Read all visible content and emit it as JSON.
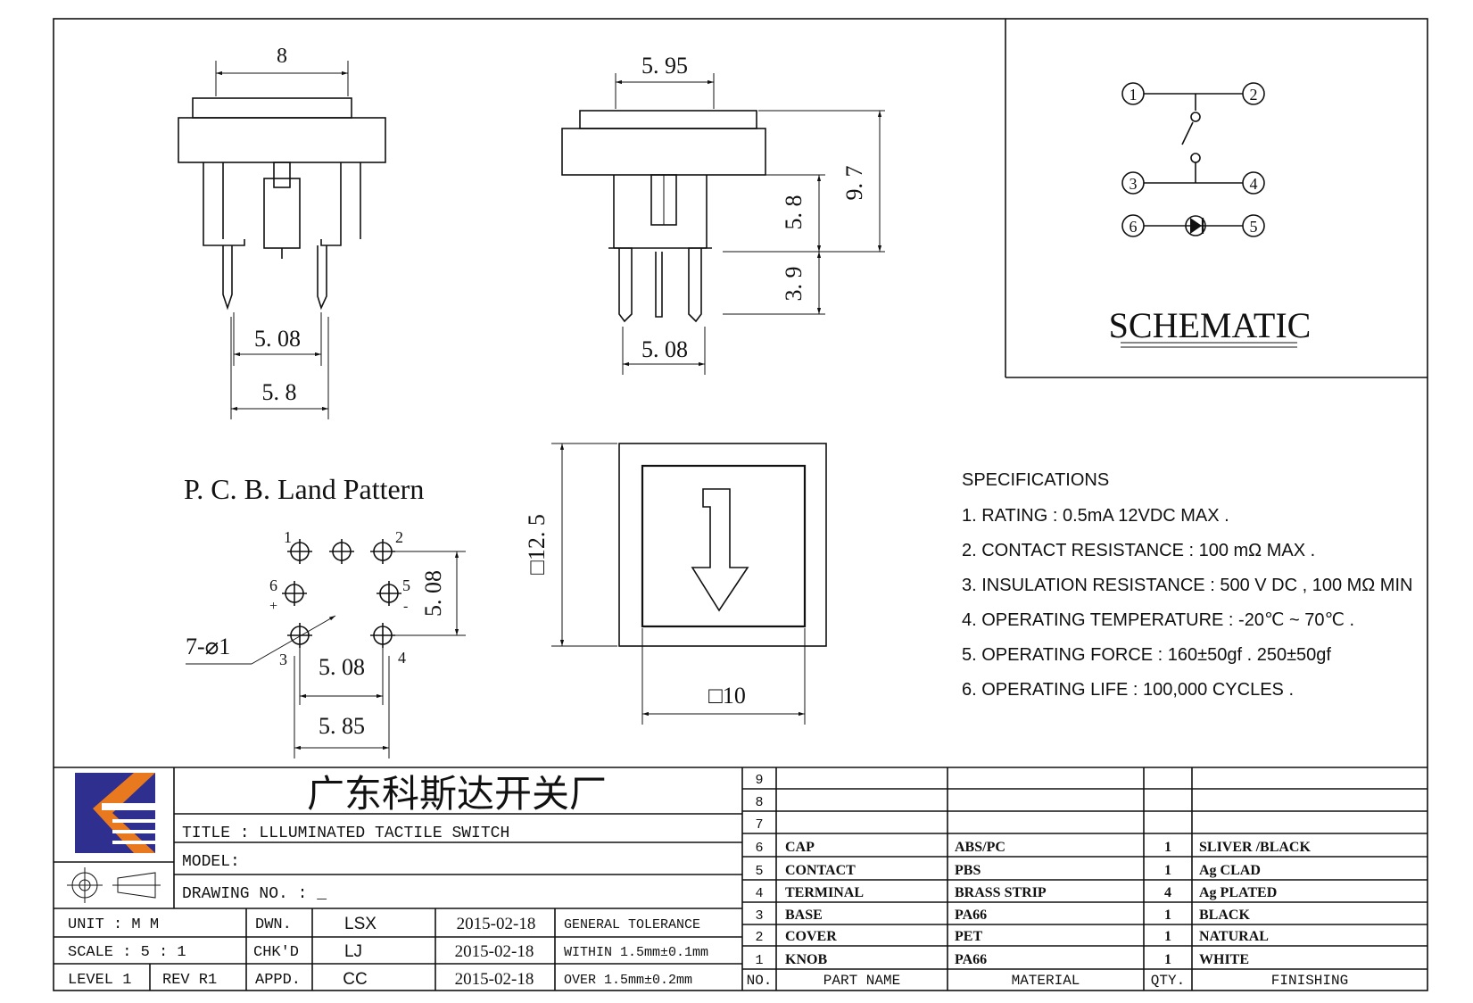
{
  "dims": {
    "side_width": "8",
    "side_pin_inner": "5. 08",
    "side_pin_outer": "5. 8",
    "front_width": "5. 95",
    "front_height": "9. 7",
    "front_upper": "5. 8",
    "front_pin_len": "3. 9",
    "front_pin_pitch": "5. 08",
    "top_height": "□12. 5",
    "top_width": "□10",
    "pcb_vert": "5. 08",
    "pcb_inner": "5. 08",
    "pcb_outer": "5. 85",
    "pcb_hole": "7-⌀1"
  },
  "pcb": {
    "title": "P. C. B. Land Pattern",
    "pins": {
      "p1": "1",
      "p2": "2",
      "p3": "3",
      "p4": "4",
      "p5": "5",
      "p6": "6",
      "plus": "+",
      "minus": "-"
    }
  },
  "schematic": {
    "label": "SCHEMATIC",
    "pins": [
      "1",
      "2",
      "3",
      "4",
      "6",
      "5"
    ]
  },
  "specs": {
    "heading": "SPECIFICATIONS",
    "items": [
      "1. RATING : 0.5mA 12VDC MAX .",
      "2. CONTACT RESISTANCE : 100 mΩ MAX .",
      "3. INSULATION RESISTANCE : 500 V DC , 100 MΩ MIN",
      "4. OPERATING TEMPERATURE : -20℃ ~ 70℃ .",
      "5. OPERATING FORCE : 160±50gf . 250±50gf",
      "6. OPERATING LIFE : 100,000 CYCLES ."
    ]
  },
  "titleblock": {
    "company": "广东科斯达开关厂",
    "title": "TITLE :  LLLUMINATED TACTILE SWITCH",
    "model": "MODEL:",
    "drawing_no": "DRAWING NO.  : _",
    "unit": "UNIT   :   M M",
    "scale": "SCALE  :  5 : 1",
    "level": "LEVEL 1",
    "rev": "REV  R1",
    "dwn": "DWN.",
    "chkd": "CHK'D",
    "appd": "APPD.",
    "dwn_name": "LSX",
    "chkd_name": "LJ",
    "appd_name": "CC",
    "dwn_date": "2015-02-18",
    "chkd_date": "2015-02-18",
    "appd_date": "2015-02-18",
    "tol_title": "GENERAL TOLERANCE",
    "tol_within": "WITHIN 1.5mm±0.1mm",
    "tol_over": "OVER   1.5mm±0.2mm"
  },
  "bom": {
    "headers": {
      "no": "NO.",
      "part": "PART  NAME",
      "material": "MATERIAL",
      "qty": "QTY.",
      "finishing": "FINISHING"
    },
    "rows": [
      {
        "no": "9",
        "part": "",
        "material": "",
        "qty": "",
        "finishing": ""
      },
      {
        "no": "8",
        "part": "",
        "material": "",
        "qty": "",
        "finishing": ""
      },
      {
        "no": "7",
        "part": "",
        "material": "",
        "qty": "",
        "finishing": ""
      },
      {
        "no": "6",
        "part": "CAP",
        "material": "ABS/PC",
        "qty": "1",
        "finishing": "SLIVER /BLACK"
      },
      {
        "no": "5",
        "part": "CONTACT",
        "material": "PBS",
        "qty": "1",
        "finishing": "Ag CLAD"
      },
      {
        "no": "4",
        "part": "TERMINAL",
        "material": "BRASS STRIP",
        "qty": "4",
        "finishing": "Ag PLATED"
      },
      {
        "no": "3",
        "part": "BASE",
        "material": "PA66",
        "qty": "1",
        "finishing": "BLACK"
      },
      {
        "no": "2",
        "part": "COVER",
        "material": "PET",
        "qty": "1",
        "finishing": "NATURAL"
      },
      {
        "no": "1",
        "part": "KNOB",
        "material": "PA66",
        "qty": "1",
        "finishing": "WHITE"
      }
    ]
  },
  "colors": {
    "logo_blue": "#2e2f8f",
    "logo_orange": "#e8791e",
    "ink": "#111111"
  }
}
